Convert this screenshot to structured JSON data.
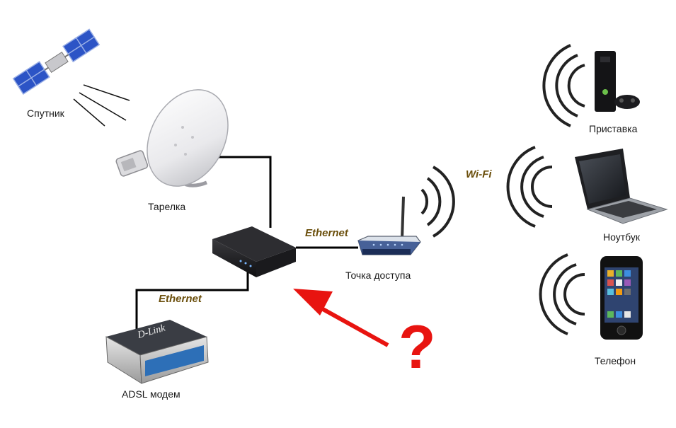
{
  "nodes": {
    "satellite": {
      "label": "Спутник"
    },
    "dish": {
      "label": "Тарелка"
    },
    "access_point": {
      "label": "Точка доступа"
    },
    "adsl_modem": {
      "label": "ADSL модем"
    },
    "console": {
      "label": "Приставка"
    },
    "laptop": {
      "label": "Ноутбук"
    },
    "phone": {
      "label": "Телефон"
    }
  },
  "connections": {
    "ethernet_top": "Ethernet",
    "ethernet_bottom": "Ethernet",
    "wifi": "Wi-Fi"
  },
  "question_mark": "?",
  "modem_brand": "D-Link",
  "colors": {
    "arrow": "#e81410",
    "connection_label": "#6b4f0c",
    "cable": "#000000",
    "wave": "#222222"
  }
}
